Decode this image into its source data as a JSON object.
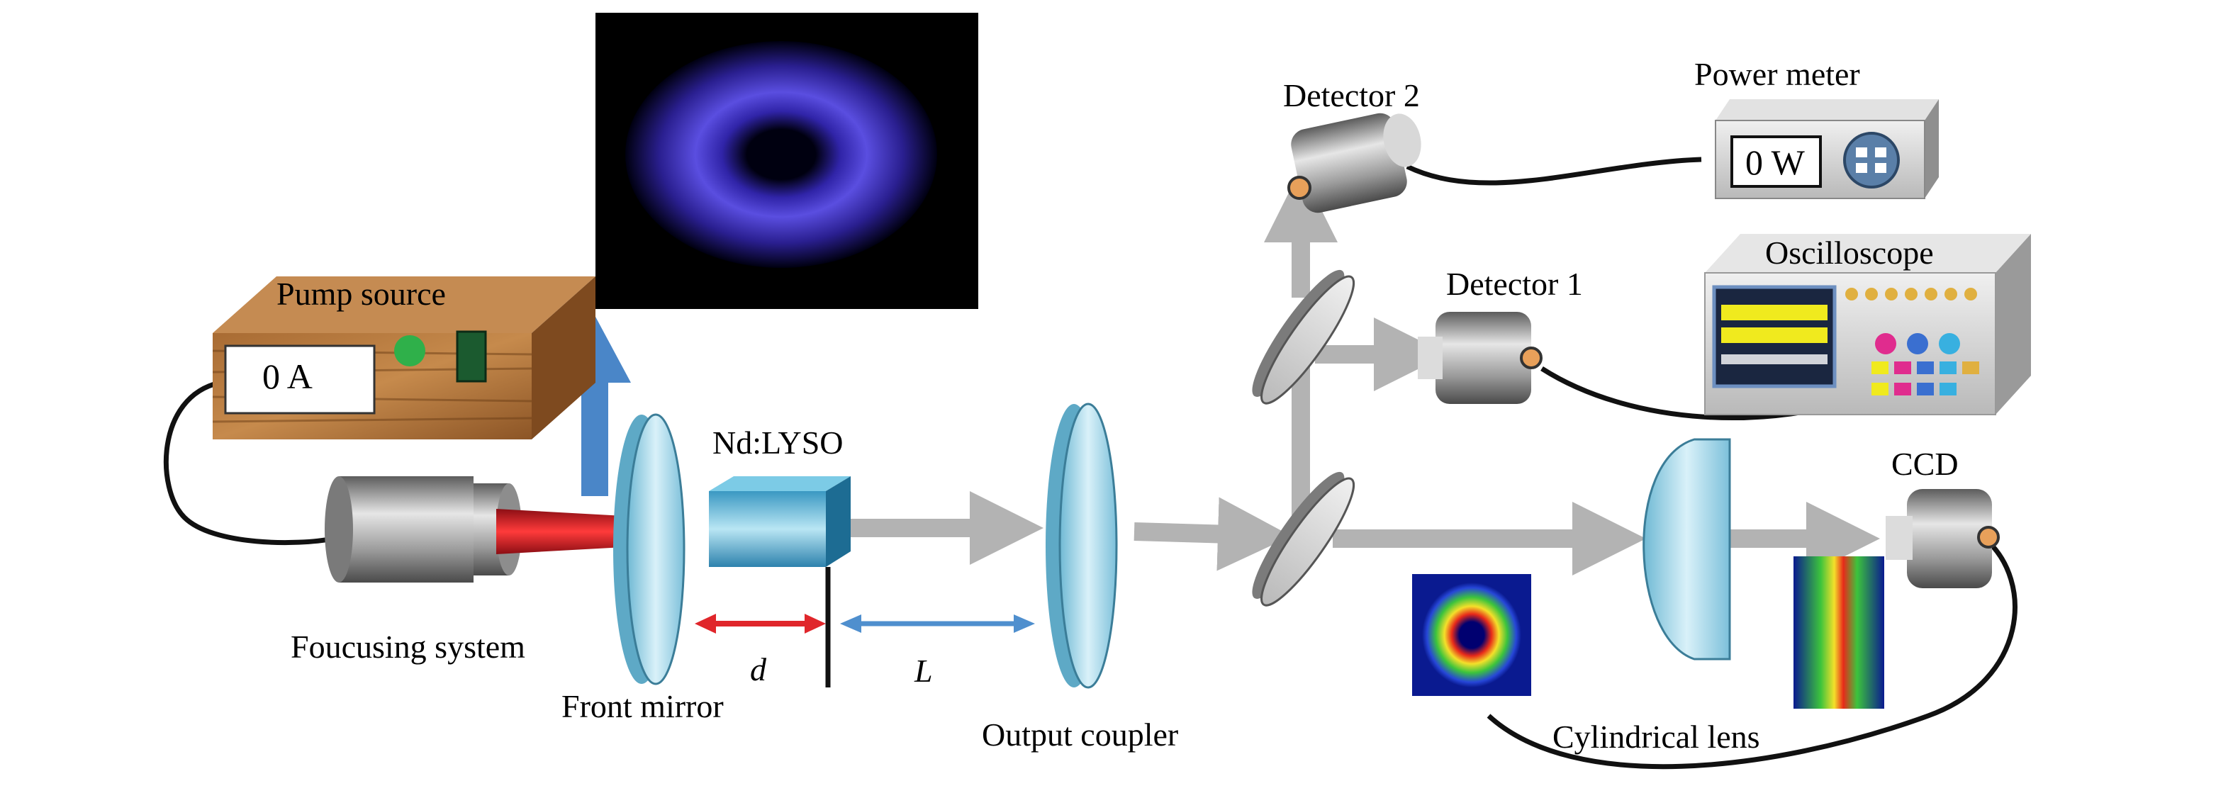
{
  "labels": {
    "pump_source": "Pump source",
    "focusing_system": "Foucusing system",
    "front_mirror": "Front mirror",
    "crystal": "Nd:LYSO",
    "distance_d": "d",
    "distance_L": "L",
    "output_coupler": "Output coupler",
    "detector_2": "Detector 2",
    "detector_1": "Detector 1",
    "power_meter": "Power meter",
    "oscilloscope": "Oscilloscope",
    "ccd": "CCD",
    "cylindrical_lens": "Cylindrical lens"
  },
  "displays": {
    "pump_current": "0 A",
    "power_reading": "0 W"
  },
  "colors": {
    "beam": "#b3b3b3",
    "upward_arrow": "#4a86c8",
    "pump_beam": "#d8202a",
    "d_arrow": "#e0262b",
    "L_arrow": "#4f8fce",
    "vortex_glow": "#4b3fd0",
    "mirror_glass": "#9ed3e6",
    "cable": "#111111"
  },
  "icons": {
    "pump_indicator": "green-led-icon",
    "power_dial": "power-meter-dial-icon",
    "scope_screen": "waveform-icon"
  }
}
